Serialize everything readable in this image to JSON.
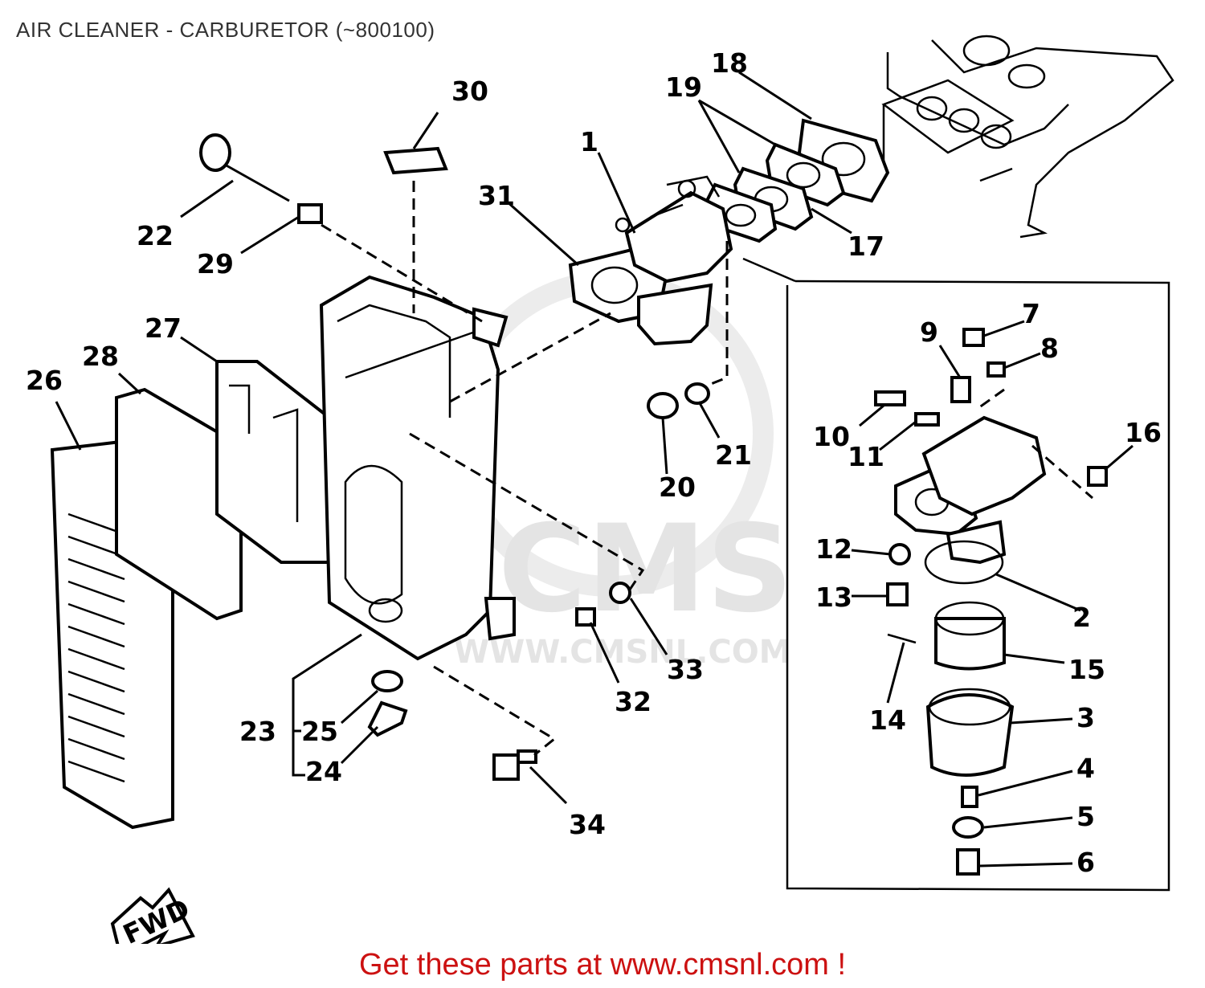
{
  "title": "AIR CLEANER - CARBURETOR (~800100)",
  "cta": "Get these parts at www.cmsnl.com !",
  "watermark": {
    "logo": "CMS",
    "url": "WWW.CMSNL.COM"
  },
  "fwd_label": "FWD",
  "labels": {
    "p1": "1",
    "p2": "2",
    "p3": "3",
    "p4": "4",
    "p5": "5",
    "p6": "6",
    "p7": "7",
    "p8": "8",
    "p9": "9",
    "p10": "10",
    "p11": "11",
    "p12": "12",
    "p13": "13",
    "p14": "14",
    "p15": "15",
    "p16": "16",
    "p17": "17",
    "p18": "18",
    "p19": "19",
    "p20": "20",
    "p21": "21",
    "p22": "22",
    "p23": "23",
    "p24": "24",
    "p25": "25",
    "p26": "26",
    "p27": "27",
    "p28": "28",
    "p29": "29",
    "p30": "30",
    "p31": "31",
    "p32": "32",
    "p33": "33",
    "p34": "34"
  },
  "colors": {
    "ink": "#000000",
    "cta": "#cc1111",
    "watermark": "#e4e4e4"
  }
}
